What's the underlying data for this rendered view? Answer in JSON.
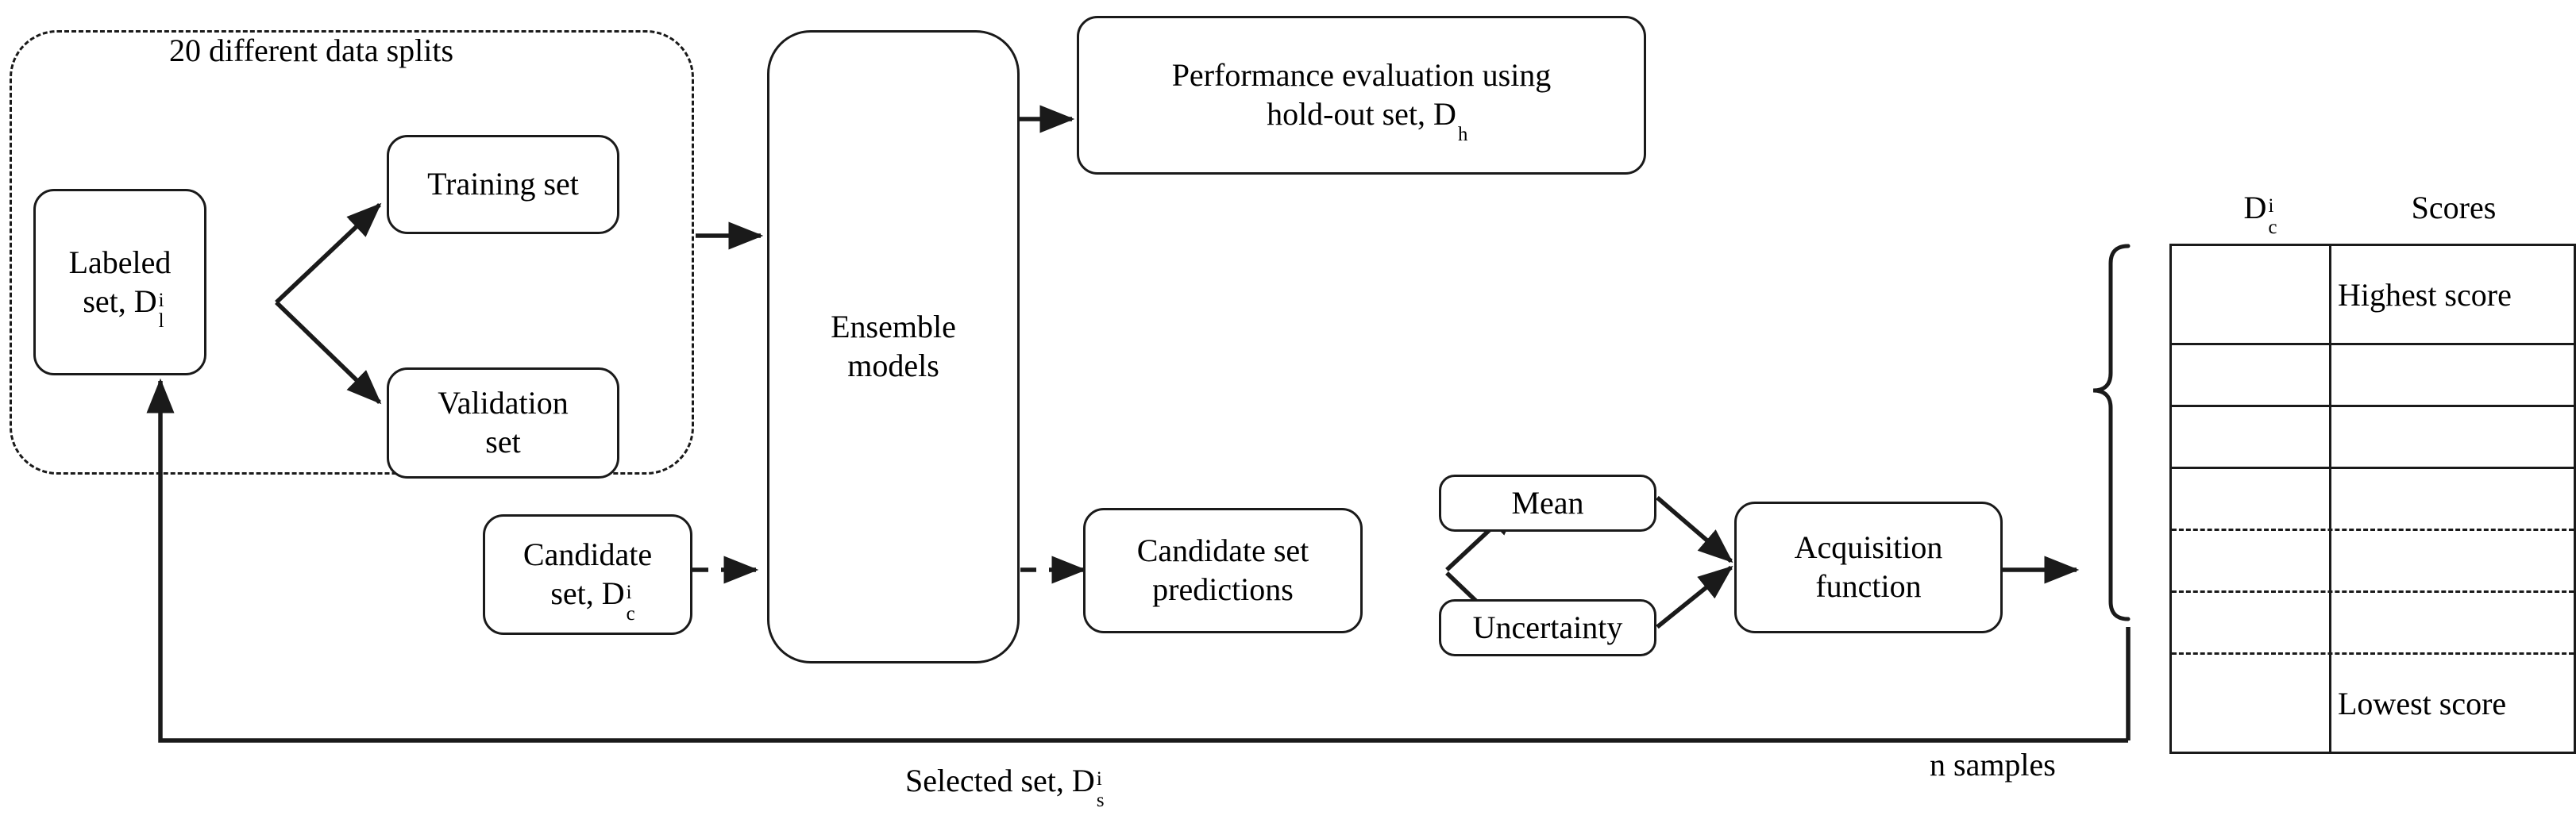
{
  "diagram": {
    "title_region": {
      "label": "20 different data splits"
    },
    "nodes": {
      "labeled_set": {
        "line1": "Labeled",
        "line2": "set, D",
        "sup": "i",
        "sub": "l"
      },
      "training_set": {
        "line1": "Training set"
      },
      "validation_set": {
        "line1": "Validation",
        "line2": "set"
      },
      "ensemble": {
        "line1": "Ensemble",
        "line2": "models"
      },
      "performance": {
        "line1": "Performance evaluation using",
        "line2": "hold-out set, D",
        "sub": "h"
      },
      "candidate_set": {
        "line1": "Candidate",
        "line2": "set, D",
        "sup": "i",
        "sub": "c"
      },
      "candidate_pred": {
        "line1": "Candidate set",
        "line2": "predictions"
      },
      "mean": {
        "line1": "Mean"
      },
      "uncertainty": {
        "line1": "Uncertainty"
      },
      "acquisition": {
        "line1": "Acquisition",
        "line2": "function"
      }
    },
    "edge_labels": {
      "selected_set": {
        "text": "Selected set, D",
        "sup": "i",
        "sub": "s"
      },
      "n_samples": {
        "text": "n samples"
      }
    },
    "table": {
      "headers": {
        "col1": "D",
        "col1_sup": "i",
        "col1_sub": "c",
        "col2": "Scores"
      },
      "rows": [
        {
          "col1": "",
          "col2": "Highest score",
          "divider": "solid"
        },
        {
          "col1": "",
          "col2": "",
          "divider": "solid"
        },
        {
          "col1": "",
          "col2": "",
          "divider": "solid"
        },
        {
          "col1": "",
          "col2": "",
          "divider": "dash"
        },
        {
          "col1": "",
          "col2": "",
          "divider": "dash"
        },
        {
          "col1": "",
          "col2": "",
          "divider": "dash"
        },
        {
          "col1": "",
          "col2": "Lowest score",
          "divider": "none"
        }
      ]
    },
    "colors": {
      "stroke": "#1a1a1a",
      "background": "#ffffff"
    }
  }
}
